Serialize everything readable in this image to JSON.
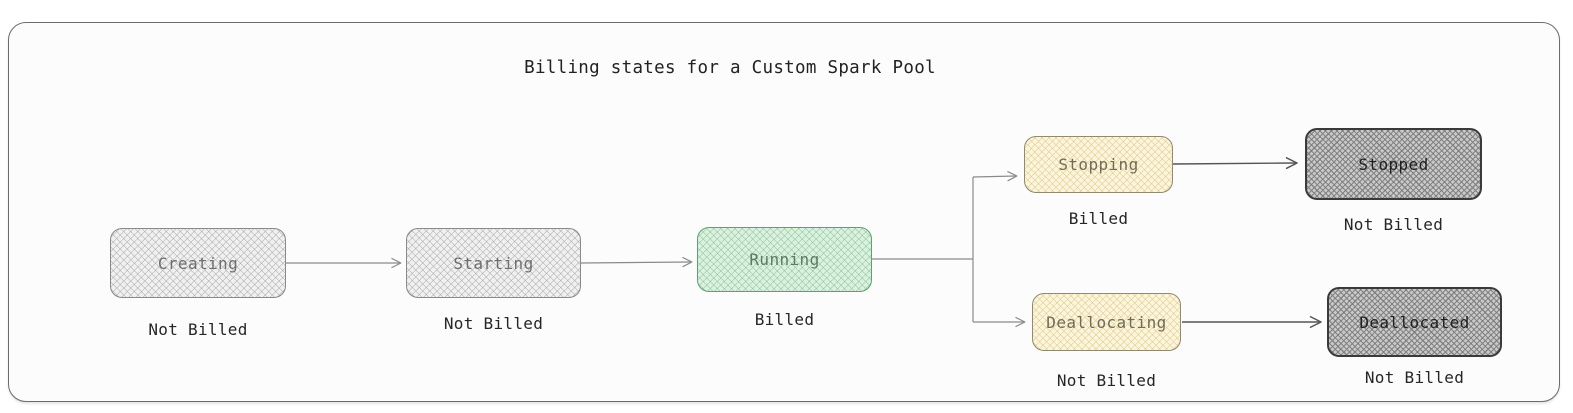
{
  "diagram": {
    "title": "Billing states for a Custom Spark Pool",
    "type": "state-flow",
    "nodes": [
      {
        "id": "creating",
        "label": "Creating",
        "caption": "Not Billed",
        "style": "grey-light",
        "billed": false
      },
      {
        "id": "starting",
        "label": "Starting",
        "caption": "Not Billed",
        "style": "grey-light",
        "billed": false
      },
      {
        "id": "running",
        "label": "Running",
        "caption": "Billed",
        "style": "green",
        "billed": true
      },
      {
        "id": "stopping",
        "label": "Stopping",
        "caption": "Billed",
        "style": "yellow",
        "billed": true
      },
      {
        "id": "stopped",
        "label": "Stopped",
        "caption": "Not Billed",
        "style": "grey-dark",
        "billed": false
      },
      {
        "id": "deallocating",
        "label": "Deallocating",
        "caption": "Not Billed",
        "style": "yellow",
        "billed": false
      },
      {
        "id": "deallocated",
        "label": "Deallocated",
        "caption": "Not Billed",
        "style": "grey-dark",
        "billed": false
      }
    ],
    "edges": [
      {
        "from": "creating",
        "to": "starting"
      },
      {
        "from": "starting",
        "to": "running"
      },
      {
        "from": "running",
        "to": "stopping"
      },
      {
        "from": "running",
        "to": "deallocating"
      },
      {
        "from": "stopping",
        "to": "stopped"
      },
      {
        "from": "deallocating",
        "to": "deallocated"
      }
    ],
    "colors": {
      "frame_border": "#6b6b6b",
      "canvas": "#fcfcfc",
      "grey_light_fill": "#f0f0f0",
      "grey_light_stroke": "#8a8a8a",
      "green_fill": "#dcf0e0",
      "green_stroke": "#5fa06e",
      "yellow_fill": "#fbf5de",
      "yellow_stroke": "#8f8a70",
      "grey_dark_fill": "#c9c9c9",
      "grey_dark_stroke": "#3a3a3a",
      "edge_stroke": "#777777",
      "text_dark": "#262626"
    }
  }
}
